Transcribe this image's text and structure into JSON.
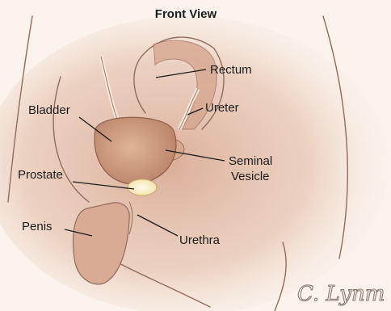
{
  "title": "Front View",
  "labels": {
    "rectum": "Rectum",
    "ureter": "Ureter",
    "bladder": "Bladder",
    "seminal_vesicle_line1": "Seminal",
    "seminal_vesicle_line2": "Vesicle",
    "prostate": "Prostate",
    "penis": "Penis",
    "urethra": "Urethra"
  },
  "signature": "C. Lynm",
  "colors": {
    "background": "#fbf3ec",
    "skin_shade": "#c99b86",
    "bladder": "#cf9d7f",
    "prostate": "#fff1c2",
    "text": "#1c1c1c"
  }
}
